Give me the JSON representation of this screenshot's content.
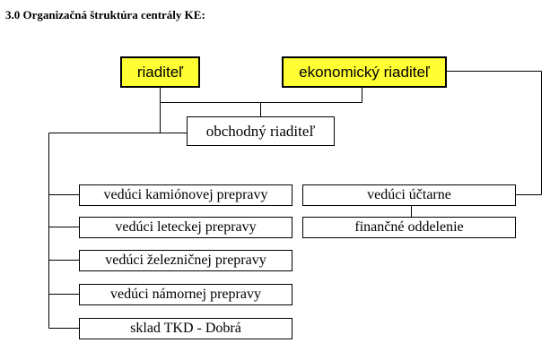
{
  "heading": "3.0 Organizačná štruktúra centrály KE:",
  "colors": {
    "highlight": "#ffff33",
    "box_border": "#000000",
    "background": "#ffffff"
  },
  "nodes": {
    "riaditel": "riaditeľ",
    "ekonomicky_riaditel": "ekonomický riaditeľ",
    "obchodny_riaditel": "obchodný riaditeľ",
    "veduci_kamionovej_prepravy": "vedúci kamiónovej prepravy",
    "veduci_leteckej_prepravy": "vedúci leteckej prepravy",
    "veduci_zeleznicnej_prepravy": "vedúci železničnej prepravy",
    "veduci_namornej_prepravy": "vedúci námornej prepravy",
    "sklad_tkd": "sklad TKD - Dobrá",
    "veduci_uctarne": "vedúci účtarne",
    "financne_oddelenie": "finančné oddelenie"
  }
}
